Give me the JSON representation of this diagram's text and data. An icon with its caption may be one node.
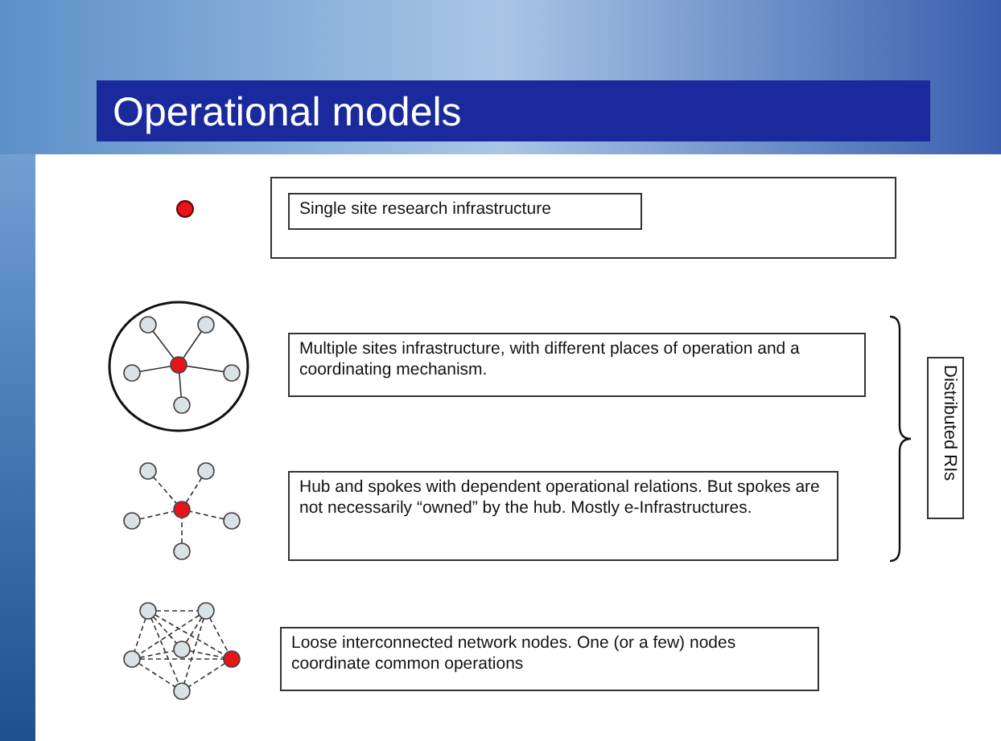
{
  "diagram": {
    "title": "Operational models",
    "nodes": [
      {
        "text": [],
        "shape": "box"
      },
      {
        "text": [
          "Single site research infrastructure"
        ],
        "in": 0
      },
      {
        "text": [
          "Multiple sites infrastructure, with different places of operation and a coordinating mechanism."
        ]
      },
      {
        "text": [
          "Hub and spokes with dependent operational relations. But spokes are not necessarily “owned” by the hub. Mostly e-Infrastructures."
        ]
      },
      {
        "text": [
          "Loose interconnected network nodes. One (or a few) nodes coordinate common operations"
        ]
      },
      {
        "text": [
          "Distributed RIs"
        ]
      }
    ]
  }
}
